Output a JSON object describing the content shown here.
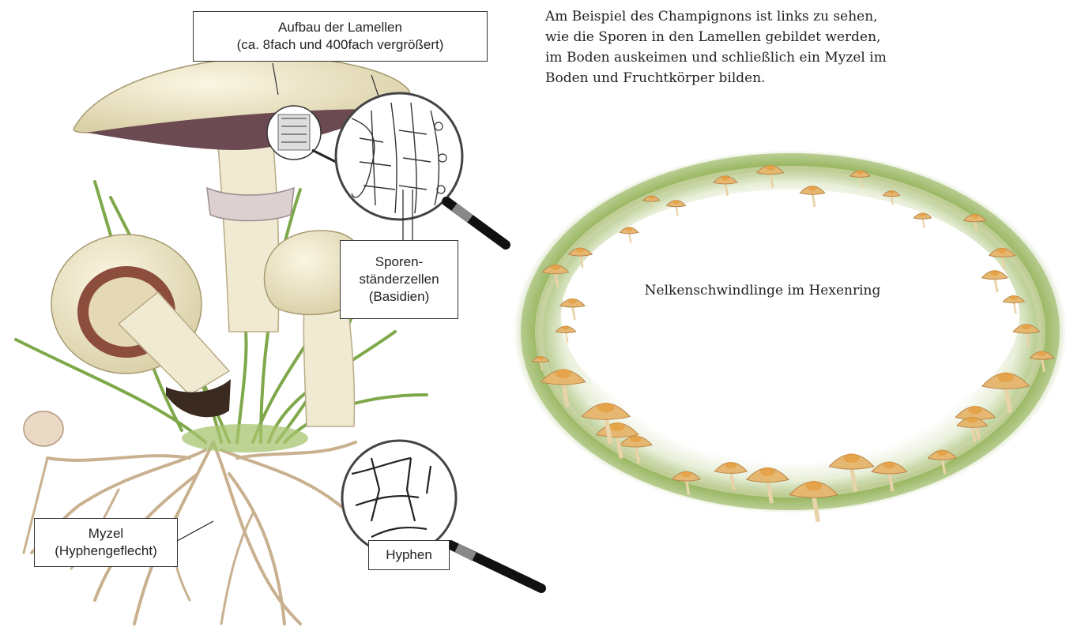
{
  "labels": {
    "lamellen_title": "Aufbau der Lamellen",
    "lamellen_subtitle": "(ca. 8fach und 400fach vergrößert)",
    "sporen_line1": "Sporen-",
    "sporen_line2": "ständerzellen",
    "sporen_line3": "(Basidien)",
    "myzel_line1": "Myzel",
    "myzel_line2": "(Hyphengeflecht)",
    "hyphen": "Hyphen"
  },
  "intro": {
    "line1": "Am Beispiel des Champignons ist links zu sehen,",
    "line2": "wie die Sporen in den Lamellen gebildet werden,",
    "line3": "im Boden auskeimen und schließlich ein Myzel im",
    "line4": "Boden und Fruchtkörper bilden."
  },
  "ring_caption": "Nelkenschwindlinge im Hexenring",
  "colors": {
    "cap": "#efe6c4",
    "gills": "#6b4a52",
    "stem": "#f1ead2",
    "grass": "#7fa84a",
    "root": "#c9b08f",
    "ring_mushroom": "#e5b770",
    "ring_cap_top": "#e59a3a"
  }
}
